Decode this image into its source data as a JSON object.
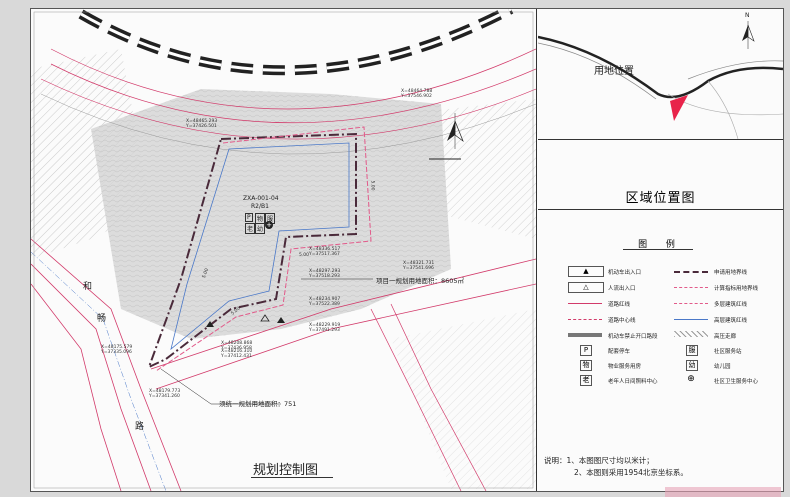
{
  "main_map": {
    "title": "规划控制图",
    "parcel_code": "ZXA-001-04",
    "land_use": "R2/B1",
    "area_label_project": "项目一规划用地面积：8605㎡",
    "area_label_unified": "须统一规划用地面积：751",
    "road_name_chars": [
      "和",
      "畅",
      "路"
    ],
    "facility_chars": [
      "P",
      "物",
      "服",
      "老",
      "幼"
    ],
    "setback_labels": [
      "5.00",
      "5.00",
      "5.00",
      "5.00"
    ],
    "coords": [
      {
        "x": "X=48465.293",
        "y": "Y=37426.501"
      },
      {
        "x": "X=48464.788",
        "y": "Y=37546.902"
      },
      {
        "x": "X=48336.517",
        "y": "Y=37517.367"
      },
      {
        "x": "X=48321.731",
        "y": "Y=37541.696"
      },
      {
        "x": "X=48297.293",
        "y": "Y=37518.293"
      },
      {
        "x": "X=48234.907",
        "y": "Y=37522.389"
      },
      {
        "x": "X=48229.919",
        "y": "Y=37491.293"
      },
      {
        "x": "X=48208.868",
        "y": "Y=37436.958"
      },
      {
        "x": "X=48216.310",
        "y": "Y=37412.431"
      },
      {
        "x": "X=48175.579",
        "y": "Y=37335.096"
      },
      {
        "x": "X=48179.773",
        "y": "Y=37341.260"
      }
    ]
  },
  "location_map": {
    "label": "用地位置",
    "compass": "N"
  },
  "region_title": "区域位置图",
  "legend": {
    "title": "图 例",
    "items_left": [
      "机动车出入口",
      "人流出入口",
      "道路红线",
      "道路中心线",
      "机动车禁止开口路段",
      "配套停车",
      "物业服务用房",
      "老年人日间照料中心"
    ],
    "items_right": [
      "申请用地界线",
      "计算指标用地界线",
      "多层建筑红线",
      "高层建筑红线",
      "高压走廊",
      "社区服务站",
      "幼儿园",
      "社区卫生服务中心"
    ],
    "symbols_left": [
      "▲",
      "△",
      "",
      "",
      "",
      "P",
      "物",
      "老"
    ],
    "symbols_right": [
      "",
      "",
      "",
      "",
      "",
      "服",
      "幼",
      "⊕"
    ]
  },
  "notes": {
    "prefix": "说明：",
    "lines": [
      "1、本图图尺寸均以米计；",
      "2、本图则采用1954北京坐标系。"
    ]
  },
  "colors": {
    "parcel_boundary": "#4a2a3a",
    "road_red_line": "#d23a6a",
    "center_line": "#4a78c8",
    "highlight": "#e8234a",
    "hatch": "#888888"
  }
}
